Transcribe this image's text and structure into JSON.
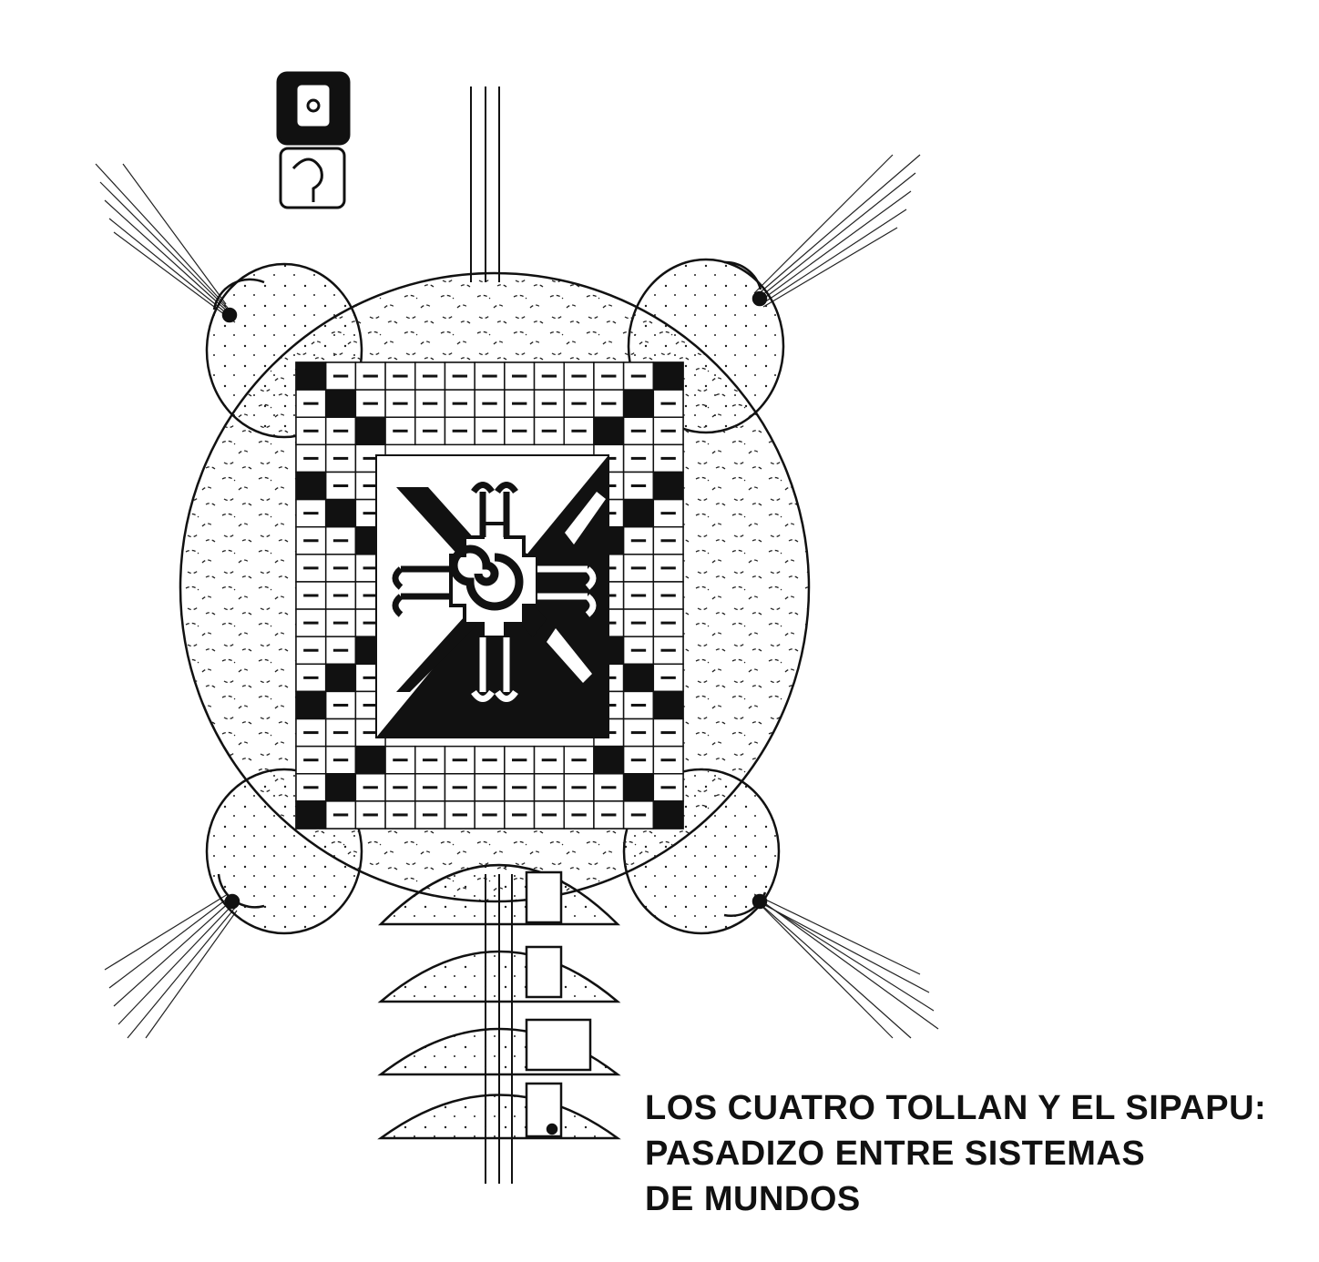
{
  "caption": {
    "line1": "LOS CUATRO TOLLAN Y EL SIPAPU:",
    "line2": "PASADIZO ENTRE SISTEMAS",
    "line3": "DE MUNDOS"
  },
  "colors": {
    "ink": "#111111",
    "paper": "#ffffff"
  },
  "icons": [
    "hunab-ku-symbol",
    "maya-glyph",
    "pyramid",
    "spiral"
  ]
}
